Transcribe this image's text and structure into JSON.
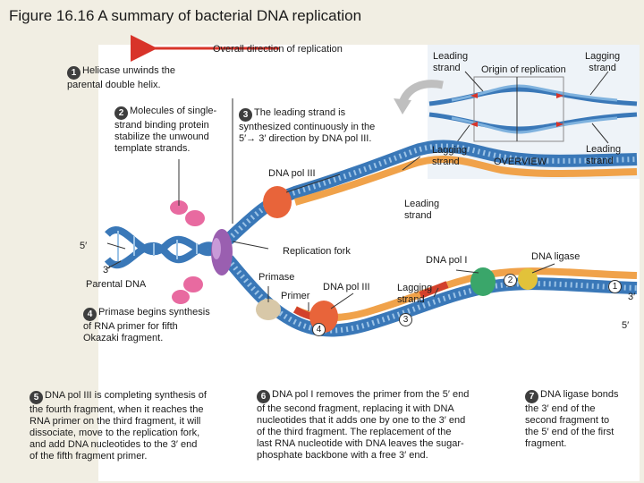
{
  "figure": {
    "title": "Figure 16.16 A summary of bacterial DNA replication"
  },
  "overview": {
    "direction_label": "Overall direction of replication",
    "leading_strand_top": "Leading\nstrand",
    "lagging_strand_top": "Lagging\nstrand",
    "origin_label": "Origin of replication",
    "lagging_strand_bottom": "Lagging\nstrand",
    "leading_strand_bottom": "Leading\nstrand",
    "overview_label": "OVERVIEW"
  },
  "diagram": {
    "dna_pol_iii_top": "DNA pol III",
    "leading_strand": "Leading\nstrand",
    "five_prime_left": "5′",
    "replication_fork": "Replication fork",
    "dna_pol_i": "DNA pol I",
    "dna_ligase": "DNA ligase",
    "three_prime_left": "3′",
    "parental_dna": "Parental DNA",
    "primase": "Primase",
    "primer": "Primer",
    "dna_pol_iii_mid": "DNA pol III",
    "lagging_strand": "Lagging\nstrand",
    "fragment_2": "2",
    "fragment_1": "1",
    "three_prime_right": "3′",
    "fragment_3": "3",
    "fragment_4": "4",
    "five_prime_right": "5′"
  },
  "steps": [
    {
      "number": "1",
      "text": "Helicase unwinds the\nparental double helix."
    },
    {
      "number": "2",
      "text": "Molecules of single-\nstrand binding protein\nstabilize the unwound\ntemplate strands."
    },
    {
      "number": "3",
      "text": "The leading strand is\nsynthesized continuously in the\n5′→ 3′ direction by DNA pol III."
    },
    {
      "number": "4",
      "text": "Primase begins synthesis\nof RNA primer for fifth\nOkazaki fragment."
    },
    {
      "number": "5",
      "text": "DNA pol III is completing synthesis of\nthe fourth fragment, when it reaches the\nRNA primer on the third fragment, it will\ndissociate, move to the replication fork,\nand add DNA nucleotides to the 3′ end\nof the fifth fragment primer."
    },
    {
      "number": "6",
      "text": "DNA pol I removes the primer from the 5′ end\nof the second fragment, replacing it with DNA\nnucleotides that it adds one by one to the 3′ end\nof the third fragment. The replacement of the\nlast RNA nucleotide with DNA leaves the sugar-\nphosphate backbone with a free 3′ end."
    },
    {
      "number": "7",
      "text": "DNA ligase bonds\nthe 3′ end of the\nsecond fragment to\nthe 5′ end of the first\nfragment."
    }
  ],
  "colors": {
    "background": "#f1eee3",
    "backbone_blue": "#3a78b8",
    "rung_light": "#9cc3e6",
    "new_strand_orange": "#f0a24a",
    "primer_red": "#d2412c",
    "helicase_purple": "#9a5fb0",
    "ssb_pink": "#e86aa0",
    "pol_iii_red": "#e8643a",
    "pol_i_green": "#3aa66a",
    "ligase_yellow": "#e2c23a",
    "arrow_red": "#d8342a"
  }
}
